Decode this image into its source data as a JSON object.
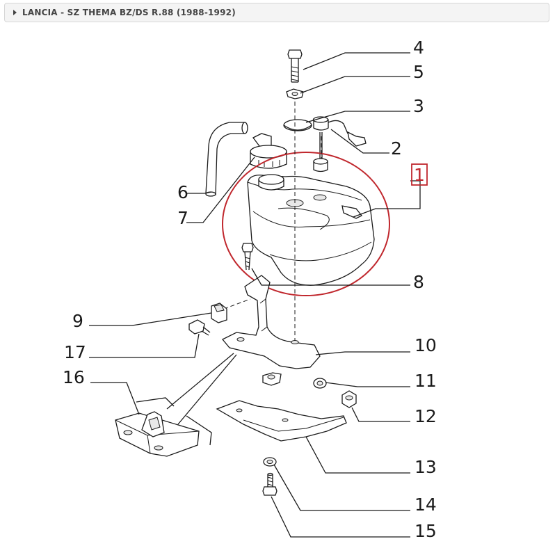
{
  "header": {
    "title": "LANCIA - SZ THEMA BZ/DS R.88 (1988-1992)",
    "expand_icon": "triangle-right-icon"
  },
  "diagram": {
    "highlighted_part": "1",
    "highlight_color": "#c0272d",
    "callouts": {
      "p1": "1",
      "p2": "2",
      "p3": "3",
      "p4": "4",
      "p5": "5",
      "p6": "6",
      "p7": "7",
      "p8": "8",
      "p9": "9",
      "p10": "10",
      "p11": "11",
      "p12": "12",
      "p13": "13",
      "p14": "14",
      "p15": "15",
      "p16": "16",
      "p17": "17"
    }
  }
}
